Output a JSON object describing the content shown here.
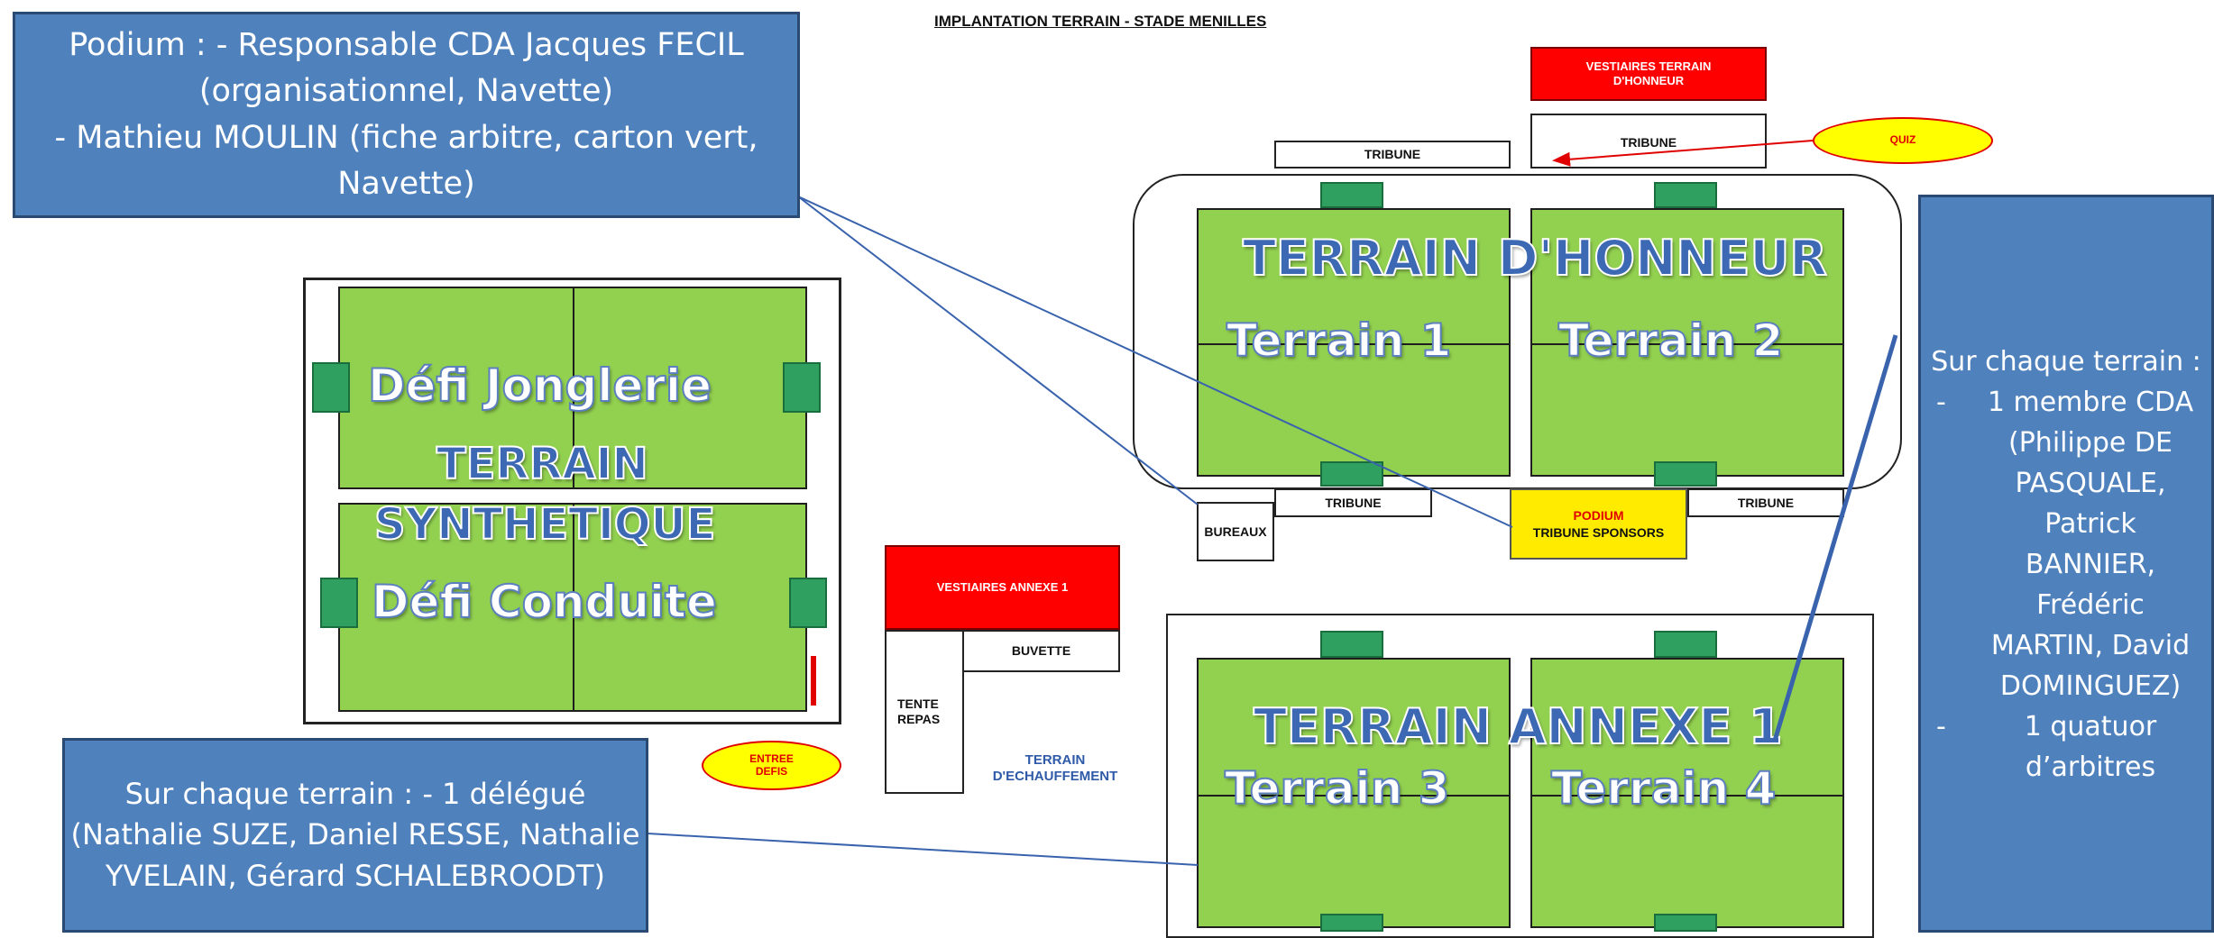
{
  "title": "IMPLANTATION TERRAIN - STADE MENILLES",
  "labels": {
    "vestiaires_honneur": "VESTIAIRES TERRAIN D'HONNEUR",
    "tribune": "TRIBUNE",
    "quiz": "QUIZ",
    "bureaux": "BUREAUX",
    "podium": "PODIUM",
    "tribune_sponsors": "TRIBUNE SPONSORS",
    "vestiaires_annexe": "VESTIAIRES ANNEXE 1",
    "buvette": "BUVETTE",
    "tente_repas": "TENTE REPAS",
    "terrain_echauffement": "TERRAIN D'ECHAUFFEMENT",
    "entree_defis": "ENTREE DEFIS"
  },
  "fields": {
    "honneur_title": "TERRAIN D'HONNEUR",
    "terrain1": "Terrain 1",
    "terrain2": "Terrain 2",
    "annexe_title": "TERRAIN ANNEXE 1",
    "terrain3": "Terrain 3",
    "terrain4": "Terrain 4",
    "defi_jonglerie": "Défi Jonglerie",
    "terrain_word": "TERRAIN",
    "synthetique_word": "SYNTHETIQUE",
    "defi_conduite": "Défi Conduite"
  },
  "callouts": {
    "podium_lines": [
      "Podium : - Responsable CDA Jacques FECIL",
      "(organisationnel, Navette)",
      "- Mathieu MOULIN (fiche arbitre, carton vert,",
      "Navette)"
    ],
    "delegue_lines": [
      "Sur chaque terrain : - 1 délégué",
      "(Nathalie SUZE, Daniel RESSE, Nathalie",
      "YVELAIN, Gérard SCHALEBROODT)"
    ],
    "cda_heading": "Sur chaque terrain :",
    "cda_items": [
      "1 membre CDA (Philippe DE PASQUALE, Patrick BANNIER, Frédéric MARTIN, David DOMINGUEZ)",
      "1 quatuor d’arbitres"
    ]
  },
  "colors": {
    "grass": "#92d050",
    "goal": "#2fa060",
    "callout_blue": "#4f81bd",
    "red": "#ff0000",
    "yellow": "#ffeb00",
    "title_blue": "#3c68b4"
  }
}
